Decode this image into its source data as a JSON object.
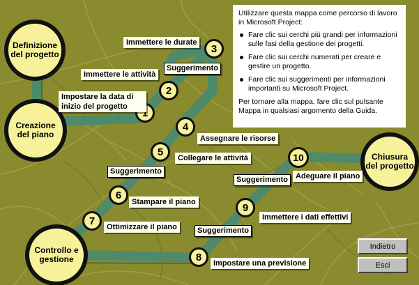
{
  "colors": {
    "background": "#8a8a2e",
    "path": "#4f8a6a",
    "circle_fill": "#f7f29a",
    "circle_border": "#111111",
    "label_bg": "#fffff0"
  },
  "phases": {
    "definizione": "Definizione del progetto",
    "creazione": "Creazione del piano",
    "controllo": "Controllo e gestione",
    "chiusura": "Chiusura del progetto"
  },
  "steps": {
    "s1": {
      "num": "1",
      "label": "Impostare la data di inizio del progetto"
    },
    "s2": {
      "num": "2",
      "label": "Immettere le attività"
    },
    "s3": {
      "num": "3",
      "label": "Immettere le durate"
    },
    "s4": {
      "num": "4",
      "label": "Assegnare le risorse"
    },
    "s5": {
      "num": "5",
      "label": "Collegare le attività"
    },
    "s6": {
      "num": "6",
      "label": "Stampare il piano"
    },
    "s7": {
      "num": "7",
      "label": "Ottimizzare il piano"
    },
    "s8": {
      "num": "8",
      "label": "Impostare una previsione"
    },
    "s9": {
      "num": "9",
      "label": "Immettere i dati effettivi"
    },
    "s10": {
      "num": "10",
      "label": "Adeguare il piano"
    }
  },
  "tip_label": "Suggerimento",
  "info": {
    "intro": "Utilizzare questa mappa come percorso di lavoro in Microsoft Project:",
    "bullets": [
      "Fare clic sui cerchi più grandi per informazioni sulle fasi della gestione dei progetti.",
      "Fare clic sui cerchi numerati per creare e gestire un progetto.",
      "Fare clic sui suggerimenti per informazioni importanti su Microsoft Project."
    ],
    "footer": "Per tornare alla mappa, fare clic sul pulsante Mappa in qualsiasi argomento della Guida."
  },
  "buttons": {
    "back": "Indietro",
    "exit": "Esci"
  }
}
